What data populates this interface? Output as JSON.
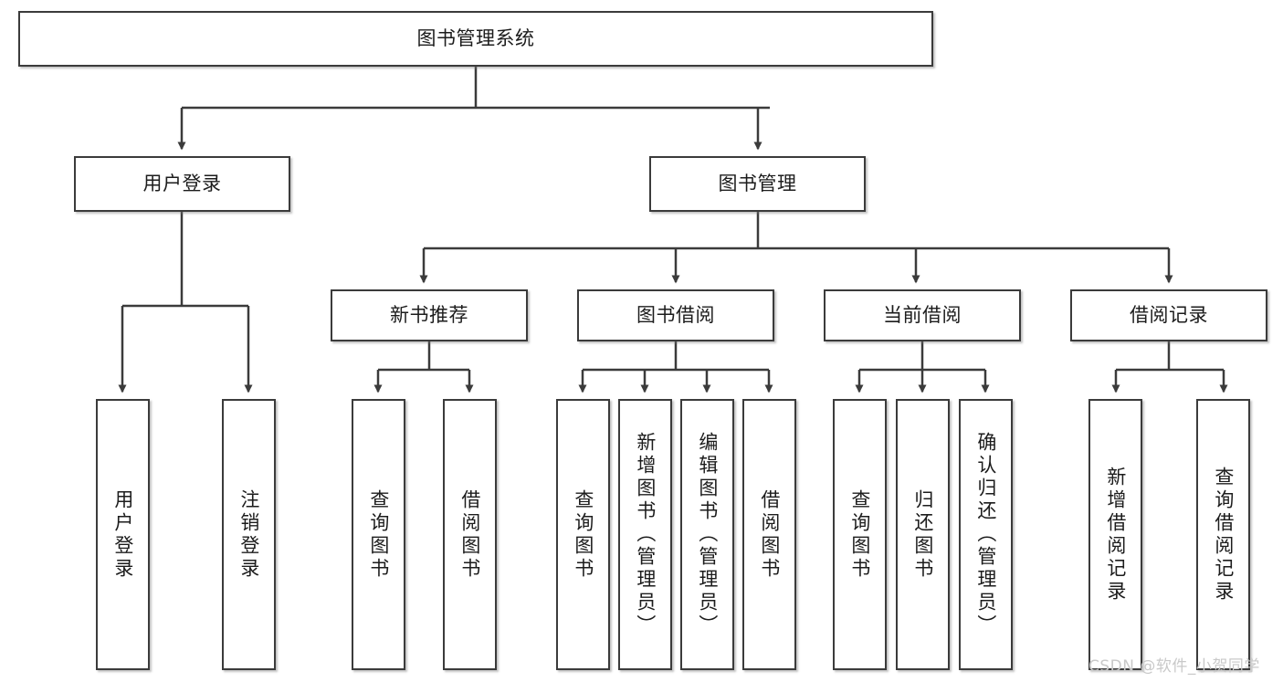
{
  "diagram": {
    "title": "图书管理系统",
    "watermark": "CSDN @软件_小贺同学",
    "colors": {
      "stroke": "#3b3b3b",
      "text": "#1c1c1c",
      "background": "#ffffff",
      "watermark": "#c9c9c9"
    },
    "root": {
      "label": "图书管理系统"
    },
    "level1": [
      {
        "label": "用户登录"
      },
      {
        "label": "图书管理"
      }
    ],
    "level2": [
      {
        "label": "新书推荐"
      },
      {
        "label": "图书借阅"
      },
      {
        "label": "当前借阅"
      },
      {
        "label": "借阅记录"
      }
    ],
    "leaves": {
      "user_login": [
        {
          "label": "用户登录"
        },
        {
          "label": "注销登录"
        }
      ],
      "new_book": [
        {
          "label": "查询图书"
        },
        {
          "label": "借阅图书"
        }
      ],
      "book_borrow": [
        {
          "label": "查询图书"
        },
        {
          "label": "新增图书（管理员）"
        },
        {
          "label": "编辑图书（管理员）"
        },
        {
          "label": "借阅图书"
        }
      ],
      "current_borrow": [
        {
          "label": "查询图书"
        },
        {
          "label": "归还图书"
        },
        {
          "label": "确认归还（管理员）"
        }
      ],
      "borrow_record": [
        {
          "label": "新增借阅记录"
        },
        {
          "label": "查询借阅记录"
        }
      ]
    }
  }
}
